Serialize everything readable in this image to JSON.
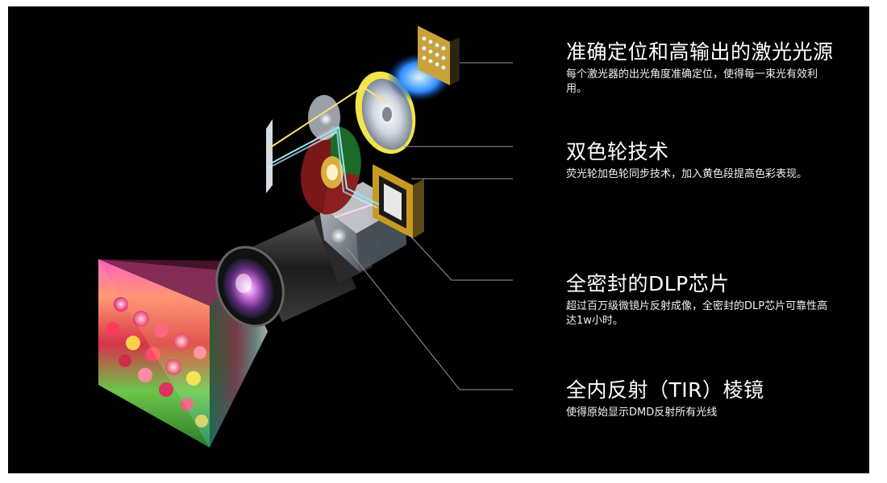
{
  "features": [
    {
      "title": "准确定位和高输出的激光光源",
      "desc": "每个激光器的出光角度准确定位，使得每一束光有效利用。"
    },
    {
      "title": "双色轮技术",
      "desc": "荧光轮加色轮同步技术，加入黄色段提高色彩表现。"
    },
    {
      "title": "全密封的DLP芯片",
      "desc": "超过百万级微镜片反射成像，全密封的DLP芯片可靠性高达1w小时。"
    },
    {
      "title": "全内反射（TIR）棱镜",
      "desc": "使得原始显示DMD反射所有光线"
    }
  ],
  "colors": {
    "background": "#000000",
    "text": "#ffffff",
    "leader_line": "#9a9a9a"
  },
  "illustration": {
    "parts": [
      "laser-array",
      "phosphor-wheel",
      "relay-lens",
      "mirror",
      "color-wheel",
      "dlp-chip",
      "tir-prism",
      "projection-lens",
      "light-cone",
      "projected-image"
    ]
  }
}
